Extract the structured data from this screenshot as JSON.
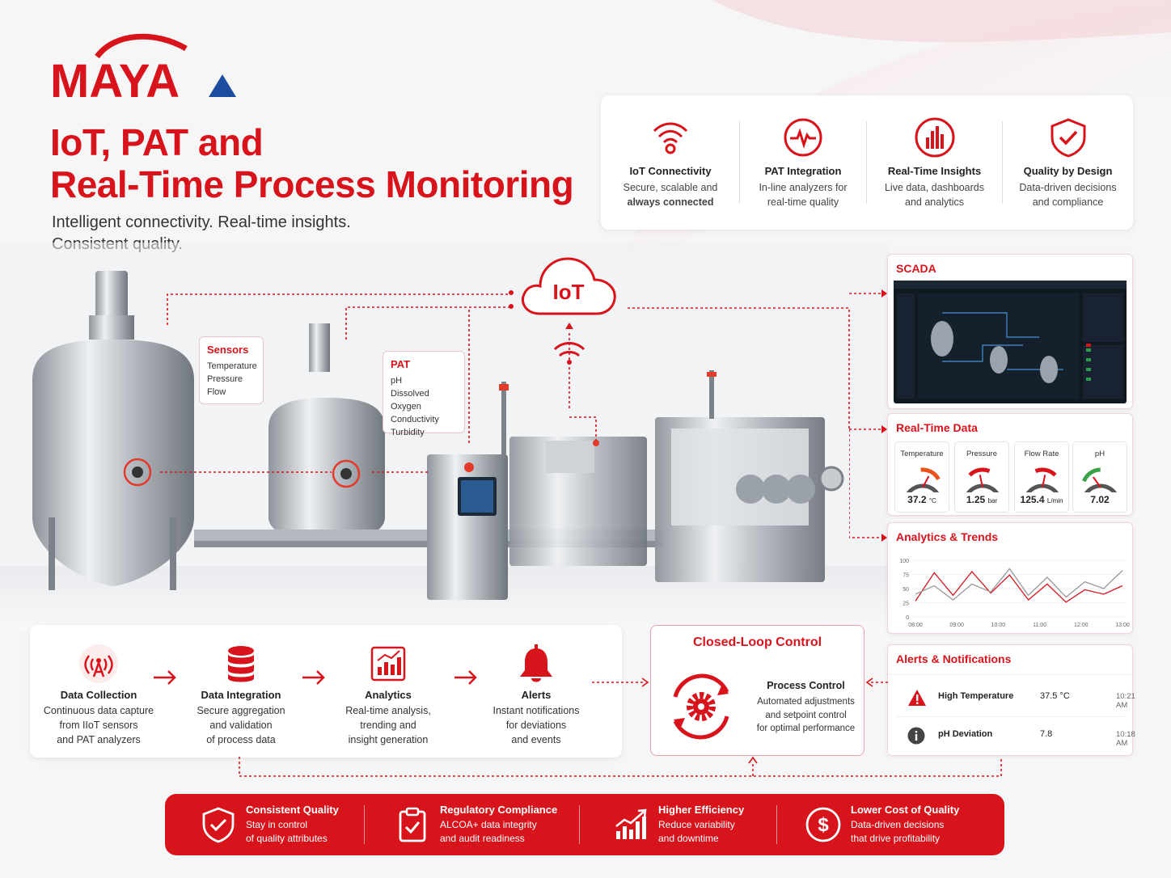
{
  "brand": {
    "logo_text": "MAYA"
  },
  "header": {
    "title_line1": "IoT, PAT and",
    "title_line2": "Real-Time Process Monitoring",
    "subtitle_line1": "Intelligent connectivity. Real-time insights.",
    "subtitle_line2": "Consistent quality."
  },
  "features": [
    {
      "title": "IoT Connectivity",
      "line1": "Secure, scalable and",
      "line2": "always connected",
      "icon": "wifi-icon"
    },
    {
      "title": "PAT Integration",
      "line1": "In-line analyzers for",
      "line2": "real-time quality",
      "icon": "pulse-icon"
    },
    {
      "title": "Real-Time Insights",
      "line1": "Live data, dashboards",
      "line2": "and analytics",
      "icon": "bar-chart-icon"
    },
    {
      "title": "Quality by Design",
      "line1": "Data-driven decisions",
      "line2": "and compliance",
      "icon": "shield-check-icon"
    }
  ],
  "scene": {
    "cloud_label": "IoT",
    "sensors": {
      "title": "Sensors",
      "items": [
        "Temperature",
        "Pressure",
        "Flow"
      ]
    },
    "pat": {
      "title": "PAT",
      "items": [
        "pH",
        "Dissolved Oxygen",
        "Conductivity",
        "Turbidity"
      ]
    }
  },
  "scada": {
    "title": "SCADA"
  },
  "realtime": {
    "title": "Real-Time Data",
    "gauges": [
      {
        "label": "Temperature",
        "value": "37.2",
        "unit": "°C",
        "fraction": 0.62,
        "color": "#e8541c"
      },
      {
        "label": "Pressure",
        "value": "1.25",
        "unit": "bar",
        "fraction": 0.45,
        "color": "#d7141c"
      },
      {
        "label": "Flow Rate",
        "value": "125.4",
        "unit": "L/min",
        "fraction": 0.55,
        "color": "#d7141c"
      },
      {
        "label": "pH",
        "value": "7.02",
        "unit": "",
        "fraction": 0.35,
        "color": "#3aa34a"
      }
    ]
  },
  "analytics": {
    "title": "Analytics & Trends",
    "chart_data": {
      "type": "line",
      "x": [
        "08:00",
        "09:00",
        "10:00",
        "11:00",
        "12:00",
        "13:00"
      ],
      "y_ticks": [
        "100",
        "75",
        "50",
        "25",
        "0"
      ],
      "ylim": [
        0,
        100
      ],
      "series": [
        {
          "color": "#d7141c",
          "values": [
            28,
            78,
            38,
            80,
            42,
            74,
            30,
            58,
            26,
            48,
            40,
            55
          ]
        },
        {
          "color": "#999999",
          "values": [
            40,
            55,
            30,
            58,
            44,
            85,
            38,
            70,
            35,
            62,
            50,
            82
          ]
        }
      ]
    }
  },
  "alerts": {
    "title": "Alerts & Notifications",
    "rows": [
      {
        "name": "High Temperature",
        "value": "37.5 °C",
        "time": "10:21 AM",
        "icon": "warning-icon"
      },
      {
        "name": "pH Deviation",
        "value": "7.8",
        "time": "10:18 AM",
        "icon": "info-icon"
      }
    ]
  },
  "flow": [
    {
      "title": "Data Collection",
      "lines": [
        "Continuous data capture",
        "from IIoT sensors",
        "and PAT analyzers"
      ],
      "icon": "antenna-icon"
    },
    {
      "title": "Data Integration",
      "lines": [
        "Secure aggregation",
        "and validation",
        "of process data"
      ],
      "icon": "database-icon"
    },
    {
      "title": "Analytics",
      "lines": [
        "Real-time analysis,",
        "trending and",
        "insight generation"
      ],
      "icon": "analytics-icon"
    },
    {
      "title": "Alerts",
      "lines": [
        "Instant notifications",
        "for deviations",
        "and events"
      ],
      "icon": "bell-icon"
    }
  ],
  "closed_loop": {
    "title": "Closed-Loop Control",
    "subtitle": "Process Control",
    "lines": [
      "Automated adjustments",
      "and setpoint control",
      "for optimal performance"
    ]
  },
  "benefits": [
    {
      "title": "Consistent Quality",
      "line1": "Stay in control",
      "line2": "of quality attributes",
      "icon": "shield-check-icon"
    },
    {
      "title": "Regulatory Compliance",
      "line1": "ALCOA+ data integrity",
      "line2": "and audit readiness",
      "icon": "clipboard-check-icon"
    },
    {
      "title": "Higher Efficiency",
      "line1": "Reduce variability",
      "line2": "and downtime",
      "icon": "growth-chart-icon"
    },
    {
      "title": "Lower Cost of Quality",
      "line1": "Data-driven decisions",
      "line2": "that drive profitability",
      "icon": "dollar-icon"
    }
  ]
}
